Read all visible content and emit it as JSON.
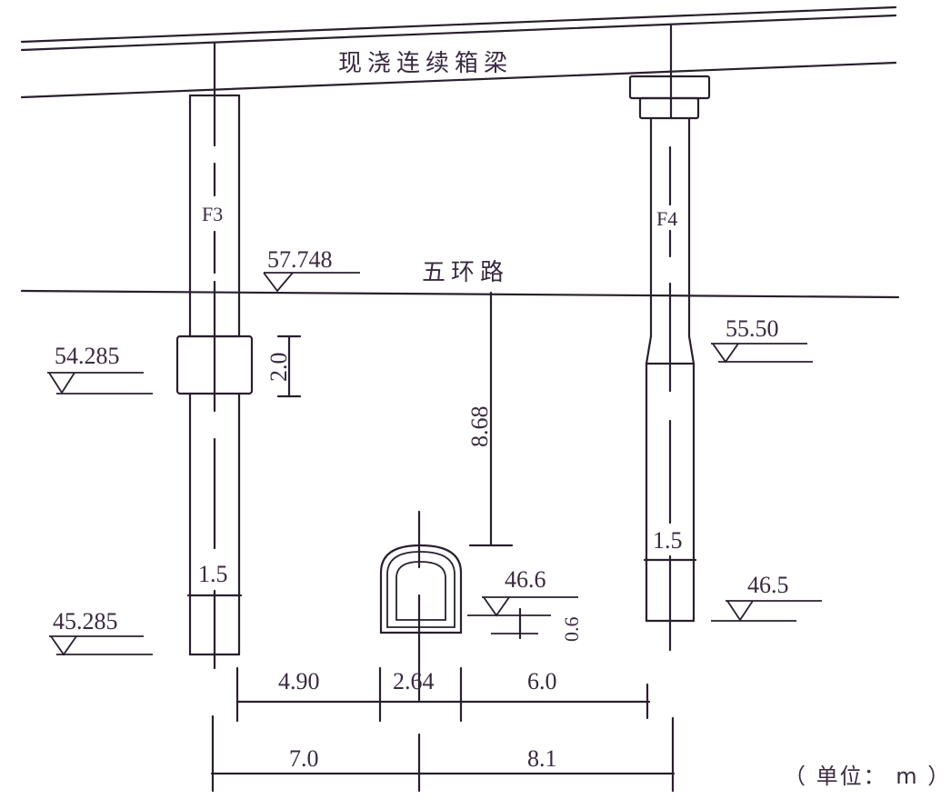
{
  "diagram": {
    "title_beam": "现浇连续箱梁",
    "road_label": "五环路",
    "unit_note": "（ 单位： m ）",
    "piers": [
      {
        "id": "F3",
        "label": "F3",
        "width_label": "1.5"
      },
      {
        "id": "F4",
        "label": "F4",
        "width_label": "1.5"
      }
    ],
    "elevations": {
      "road_surface": "57.748",
      "f3_cap_top": "54.285",
      "f3_base": "45.285",
      "f4_transition": "55.50",
      "f4_base": "46.5",
      "tunnel_top": "46.6"
    },
    "dimensions": {
      "f3_cap_height": "2.0",
      "clearance_height": "8.68",
      "tunnel_offset": "0.6",
      "row1": [
        "4.90",
        "2.64",
        "6.0"
      ],
      "row2": [
        "7.0",
        "8.1"
      ]
    },
    "colors": {
      "line": "#2a1f2e",
      "text": "#3a2a40",
      "background": "#ffffff"
    }
  }
}
